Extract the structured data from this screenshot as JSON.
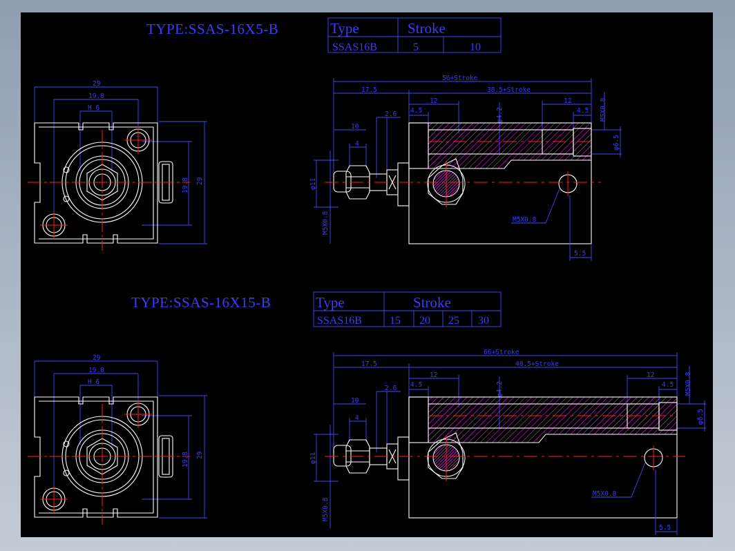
{
  "drawing_1": {
    "type_title": "TYPE:SSAS-16X5-B",
    "table": {
      "header_type": "Type",
      "header_stroke": "Stroke",
      "model": "SSAS16B",
      "strokes": [
        "5",
        "10"
      ]
    },
    "front_view": {
      "dim_29_top": "29",
      "dim_19_8_top": "19.8",
      "dim_h6": "H 6",
      "dim_19_8_side": "19.8",
      "dim_29_side": "29"
    },
    "side_view": {
      "total_length": "56+Stroke",
      "dim_17_5": "17.5",
      "body_length": "38.5+Stroke",
      "dim_12_left": "12",
      "dim_12_right": "12",
      "dim_4_5_left": "4.5",
      "dim_4_5_right": "4.5",
      "dim_2_6": "2.6",
      "dim_10": "10",
      "dim_4": "4",
      "dim_phi4_2": "φ4.2",
      "dim_m5_right": "M5X0.8",
      "dim_phi6_5": "φ6.5",
      "dim_phi11": "φ11",
      "dim_m5_rod": "M5X0.8",
      "port_label": "M5X0.8",
      "dim_5_5": "5.5"
    }
  },
  "drawing_2": {
    "type_title": "TYPE:SSAS-16X15-B",
    "table": {
      "header_type": "Type",
      "header_stroke": "Stroke",
      "model": "SSAS16B",
      "strokes": [
        "15",
        "20",
        "25",
        "30"
      ]
    },
    "front_view": {
      "dim_29_top": "29",
      "dim_19_8_top": "19.8",
      "dim_h6": "H 6",
      "dim_19_8_side": "19.8",
      "dim_29_side": "29"
    },
    "side_view": {
      "total_length": "66+Stroke",
      "dim_17_5": "17.5",
      "body_length": "48.5+Stroke",
      "dim_12_left": "12",
      "dim_12_right": "12",
      "dim_4_5_left": "4.5",
      "dim_4_5_right": "4.5",
      "dim_2_6": "2.6",
      "dim_10": "10",
      "dim_4": "4",
      "dim_phi4_2": "φ4.2",
      "dim_m5_right": "M5X0.8",
      "dim_phi6_5": "φ6.5",
      "dim_phi11": "φ11",
      "dim_m5_rod": "M5X0.8",
      "port_label": "M5X0.8",
      "dim_5_5": "5.5"
    }
  }
}
